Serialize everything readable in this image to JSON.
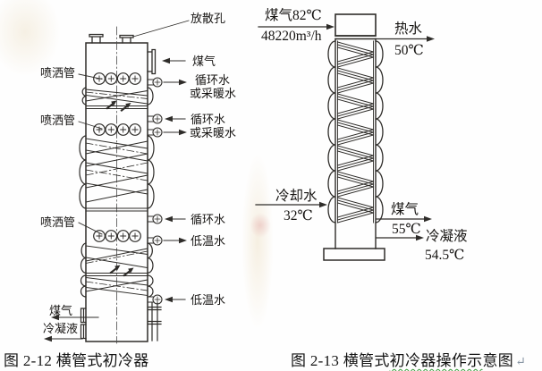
{
  "figure_left": {
    "caption": "图 2-12 横管式初冷器",
    "labels": {
      "vent_hole": "放散孔",
      "gas_inlet": "煤气",
      "spray_pipe_1": "喷洒管",
      "spray_pipe_2": "喷洒管",
      "spray_pipe_3": "喷洒管",
      "circulating_water_1": "循环水",
      "or_heating_water_1": "或采暖水",
      "circulating_water_2": "循环水",
      "or_heating_water_2": "或采暖水",
      "circulating_water_3": "循环水",
      "low_temp_water_out": "低温水",
      "low_temp_water_in": "低温水",
      "gas_outlet": "煤气",
      "condensate_outlet": "冷凝液"
    }
  },
  "figure_right": {
    "caption": {
      "prefix": "图 2-13 横管式",
      "underlined": "初冷器操作示",
      "suffix": "意图",
      "paragraph_mark": "↵"
    },
    "labels": {
      "gas_in": "煤气82℃",
      "gas_in_flow": "48220m³/h",
      "hot_water": "热水",
      "hot_water_temp": "50℃",
      "cooling_water": "冷却水",
      "cooling_water_temp": "32℃",
      "gas_out": "煤气",
      "gas_out_temp": "55℃",
      "condensate": "冷凝液",
      "condensate_temp": "54.5℃"
    }
  },
  "colors": {
    "ink": "#2e2c29",
    "underline_green": "#3a9a3a",
    "paragraph_mark_color": "#8a97a5"
  }
}
